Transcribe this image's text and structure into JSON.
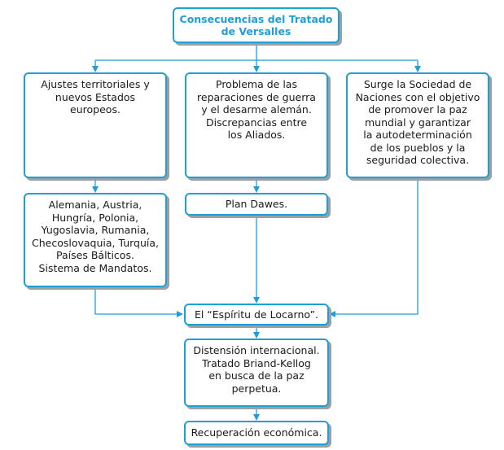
{
  "diagram": {
    "accent_color": "#1f9fd6",
    "shadow_color": "#9aa0a6",
    "title": "Consecuencias del Tratado\nde Versalles",
    "col1_top": "Ajustes territoriales y\nnuevos Estados europeos.",
    "col2_top": "Problema de las\nreparaciones de guerra\ny el desarme alemán.\nDiscrepancias entre\nlos Aliados.",
    "col3_top": "Surge la Sociedad de\nNaciones con el objetivo\nde promover la paz\nmundial y garantizar\nla autodeterminación\nde los pueblos y la\nseguridad colectiva.",
    "col1_mid": "Alemania, Austria,\nHungría, Polonia,\nYugoslavia, Rumania,\nChecoslovaquia, Turquía,\nPaíses Bálticos.\nSistema de Mandatos.",
    "col2_mid": "Plan Dawes.",
    "locarno": "El “Espíritu de Locarno”.",
    "distension": "Distensión internacional.\nTratado Briand-Kellog\nen busca de la paz\nperpetua.",
    "recuperacion": "Recuperación económica."
  }
}
